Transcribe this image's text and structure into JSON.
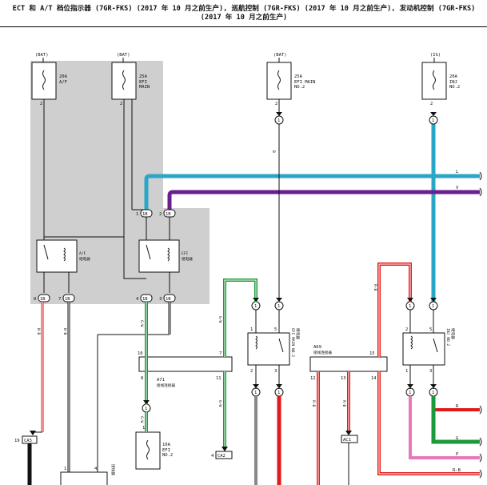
{
  "title": "ECT 和 A/T 档位指示器 (7GR-FKS) (2017 年 10 月之前生产), 巡航控制 (7GR-FKS) (2017 年 10 月之前生产), 发动机控制 (7GR-FKS) (2017 年 10 月之前生产)",
  "fuses": [
    {
      "id": "fuse-at",
      "source": "(BAT)",
      "rating": "20A",
      "name": "A/F",
      "pin": "2"
    },
    {
      "id": "fuse-efi",
      "source": "(BAT)",
      "rating": "25A",
      "name": "EFI\nMAIN",
      "pin": "2"
    },
    {
      "id": "fuse-efi-main2",
      "source": "(BAT)",
      "rating": "25A",
      "name": "EFI MAIN\nNO.2",
      "pin": "2"
    },
    {
      "id": "fuse-inj",
      "source": "(IG)",
      "rating": "20A",
      "name": "INJ\nNO.2",
      "pin": "2"
    },
    {
      "id": "fuse-efi2",
      "source": "",
      "rating": "10A",
      "name": "EFI\nNO.2",
      "pin": "1"
    }
  ],
  "relays": [
    {
      "id": "relay-af",
      "label": "A/F\n继电器"
    },
    {
      "id": "relay-efi",
      "label": "EFI\n继电器"
    },
    {
      "id": "relay-efi-main2",
      "label": "EFI MAIN NO.2\n继电器"
    },
    {
      "id": "relay-inj",
      "label": "INJ NO.2\n继电器"
    }
  ],
  "connectors": [
    {
      "id": "a71",
      "code": "A71",
      "label": "接线连接器"
    },
    {
      "id": "a69",
      "code": "A69",
      "label": "接线连接器"
    },
    {
      "id": "ca5",
      "code": "CA5"
    },
    {
      "id": "ca2",
      "code": "CA2"
    },
    {
      "id": "ac1",
      "code": "AC1"
    }
  ],
  "connector_tag": "1B",
  "terminal_1": "1",
  "wires": [
    {
      "code": "L",
      "color": "#2aa7c7"
    },
    {
      "code": "V",
      "color": "#6a1f8f"
    },
    {
      "code": "R",
      "color": "#e01b1b"
    },
    {
      "code": "G",
      "color": "#1a9a3a"
    },
    {
      "code": "P",
      "color": "#e878b8"
    },
    {
      "code": "R-B",
      "color": "#e01b1b"
    }
  ],
  "colors": {
    "shade": "#cfcfcf",
    "cyan": "#2aa7c7",
    "violet": "#6a1f8f",
    "red": "#e01b1b",
    "green": "#1a9a3a",
    "pink": "#e878b8",
    "black": "#111111"
  }
}
